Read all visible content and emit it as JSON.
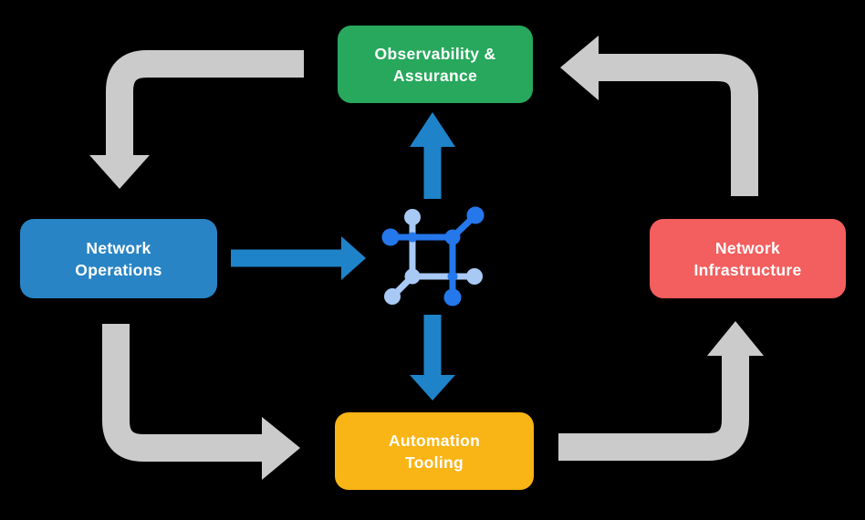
{
  "nodes": [
    {
      "id": "observability-assurance",
      "label": "Observability &\nAssurance",
      "color": "#27A85C",
      "text_color": "#FFFFFF"
    },
    {
      "id": "network-operations",
      "label": "Network\nOperations",
      "color": "#2884C5",
      "text_color": "#FFFFFF"
    },
    {
      "id": "network-infrastructure",
      "label": "Network\nInfrastructure",
      "color": "#F35E5E",
      "text_color": "#FFFFFF"
    },
    {
      "id": "automation-tooling",
      "label": "Automation\nTooling",
      "color": "#F9B415",
      "text_color": "#FFFFFF"
    }
  ],
  "flow_arrows": {
    "color": "#CBCBCB",
    "items": [
      {
        "id": "observability-to-operations",
        "direction": "down"
      },
      {
        "id": "infrastructure-to-observability",
        "direction": "left"
      },
      {
        "id": "operations-to-automation",
        "direction": "right"
      },
      {
        "id": "automation-to-infrastructure",
        "direction": "up"
      }
    ]
  },
  "hub_arrows": {
    "color": "#1F83CA",
    "items": [
      {
        "id": "operations-to-hub",
        "direction": "right"
      },
      {
        "id": "hub-to-observability",
        "direction": "up"
      },
      {
        "id": "hub-to-automation",
        "direction": "down"
      }
    ]
  },
  "hub_icon": {
    "name": "network-automation-icon",
    "dark_color": "#2478EC",
    "light_color": "#A9C9F5"
  }
}
